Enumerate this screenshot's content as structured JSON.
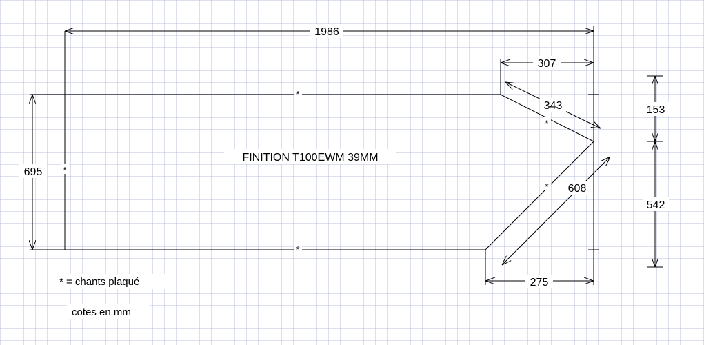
{
  "colors": {
    "grid": "#b8bfdc",
    "background": "#ffffff",
    "ink": "#000000"
  },
  "finish_label": "FINITION T100EWM 39MM",
  "legend": {
    "edge_note": "* = chants plaqué",
    "units_note": "cotes en mm"
  },
  "edge_marker": "*",
  "dimensions": {
    "overall_length": "1986",
    "top_offset": "307",
    "upper_diagonal": "343",
    "lower_diagonal": "608",
    "bottom_offset": "275",
    "height": "695",
    "upper_height": "153",
    "lower_height": "542"
  }
}
